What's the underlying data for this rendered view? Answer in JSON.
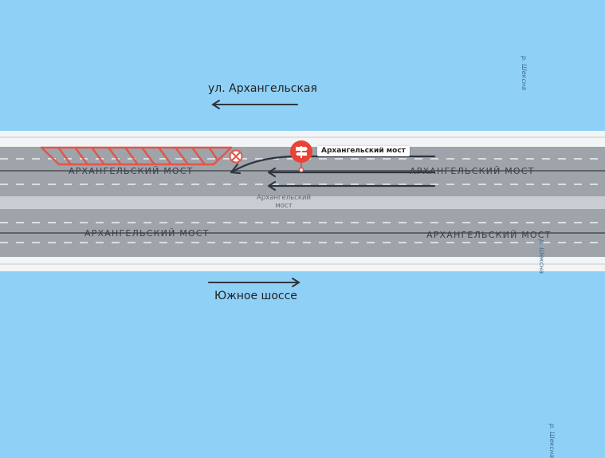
{
  "streets": {
    "top": "ул. Архангельская",
    "bottom": "Южное шоссе"
  },
  "river_label": "р. Шексна",
  "road_labels": {
    "upper_left": "АРХАНГЕЛЬСКИЙ МОСТ",
    "upper_right": "АРХАНГЕЛЬСКИЙ МОСТ",
    "lower_left": "АРХАНГЕЛЬСКИЙ МОСТ",
    "lower_right": "АРХАНГЕЛЬСКИЙ МОСТ"
  },
  "poi": {
    "name": "Архангельский мост",
    "icon": "signpost-icon",
    "color": "#ea4336"
  },
  "bridge_label": "Архангельский мост",
  "closure_icon": "no-entry-icon",
  "colors": {
    "water": "#8fd0f7",
    "road": "#9fa4ab",
    "median": "#c9cdd2",
    "hatch": "#e0574a",
    "arrow": "#2f3540"
  }
}
